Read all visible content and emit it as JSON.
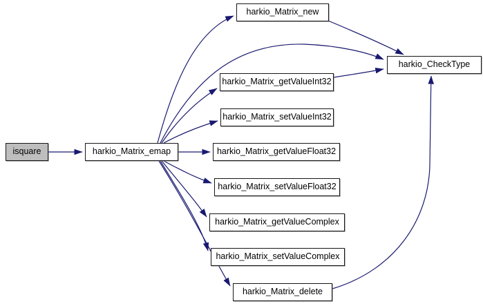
{
  "diagram_type": "call-graph",
  "colors": {
    "background": "#ffffff",
    "edge": "#191970",
    "node_fill": "#ffffff",
    "node_border": "#161616",
    "highlight_node_fill": "#bebebe",
    "text": "#000000"
  },
  "nodes": [
    {
      "id": "isquare",
      "label": "isquare",
      "highlighted": true
    },
    {
      "id": "harkio_Matrix_emap",
      "label": "harkio_Matrix_emap",
      "highlighted": false
    },
    {
      "id": "harkio_Matrix_new",
      "label": "harkio_Matrix_new",
      "highlighted": false
    },
    {
      "id": "harkio_CheckType",
      "label": "harkio_CheckType",
      "highlighted": false
    },
    {
      "id": "harkio_Matrix_getValueInt32",
      "label": "harkio_Matrix_getValueInt32",
      "highlighted": false
    },
    {
      "id": "harkio_Matrix_setValueInt32",
      "label": "harkio_Matrix_setValueInt32",
      "highlighted": false
    },
    {
      "id": "harkio_Matrix_getValueFloat32",
      "label": "harkio_Matrix_getValueFloat32",
      "highlighted": false
    },
    {
      "id": "harkio_Matrix_setValueFloat32",
      "label": "harkio_Matrix_setValueFloat32",
      "highlighted": false
    },
    {
      "id": "harkio_Matrix_getValueComplex",
      "label": "harkio_Matrix_getValueComplex",
      "highlighted": false
    },
    {
      "id": "harkio_Matrix_setValueComplex",
      "label": "harkio_Matrix_setValueComplex",
      "highlighted": false
    },
    {
      "id": "harkio_Matrix_delete",
      "label": "harkio_Matrix_delete",
      "highlighted": false
    }
  ],
  "edges": [
    {
      "from": "isquare",
      "to": "harkio_Matrix_emap"
    },
    {
      "from": "harkio_Matrix_emap",
      "to": "harkio_Matrix_new"
    },
    {
      "from": "harkio_Matrix_emap",
      "to": "harkio_CheckType"
    },
    {
      "from": "harkio_Matrix_emap",
      "to": "harkio_Matrix_getValueInt32"
    },
    {
      "from": "harkio_Matrix_emap",
      "to": "harkio_Matrix_setValueInt32"
    },
    {
      "from": "harkio_Matrix_emap",
      "to": "harkio_Matrix_getValueFloat32"
    },
    {
      "from": "harkio_Matrix_emap",
      "to": "harkio_Matrix_setValueFloat32"
    },
    {
      "from": "harkio_Matrix_emap",
      "to": "harkio_Matrix_getValueComplex"
    },
    {
      "from": "harkio_Matrix_emap",
      "to": "harkio_Matrix_setValueComplex"
    },
    {
      "from": "harkio_Matrix_emap",
      "to": "harkio_Matrix_delete"
    },
    {
      "from": "harkio_Matrix_new",
      "to": "harkio_CheckType"
    },
    {
      "from": "harkio_Matrix_getValueInt32",
      "to": "harkio_CheckType"
    },
    {
      "from": "harkio_Matrix_delete",
      "to": "harkio_CheckType"
    }
  ]
}
